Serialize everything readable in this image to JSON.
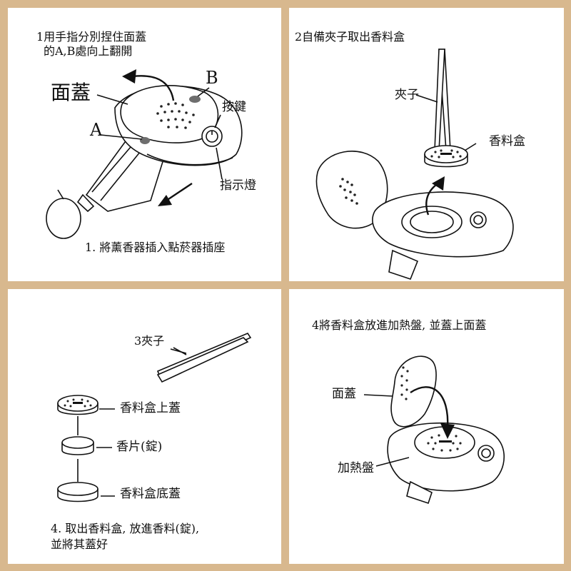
{
  "panel1": {
    "instruction_line1": "1用手指分別捏住面蓋",
    "instruction_line2": "的A,B處向上翻開",
    "label_lid": "面蓋",
    "label_a": "A",
    "label_b": "B",
    "label_button": "按鍵",
    "label_indicator": "指示燈",
    "caption": "1. 將薰香器插入點菸器插座"
  },
  "panel2": {
    "instruction": "2自備夾子取出香料盒",
    "label_tweezers": "夾子",
    "label_box": "香料盒"
  },
  "panel3": {
    "label_tweezers": "3夾子",
    "label_top_lid": "香料盒上蓋",
    "label_tablet": "香片(錠)",
    "label_bottom_lid": "香料盒底蓋",
    "caption_line1": "4. 取出香料盒, 放進香料(錠),",
    "caption_line2": "並將其蓋好"
  },
  "panel4": {
    "instruction": "4將香料盒放進加熱盤, 並蓋上面蓋",
    "label_lid": "面蓋",
    "label_heating_plate": "加熱盤"
  }
}
